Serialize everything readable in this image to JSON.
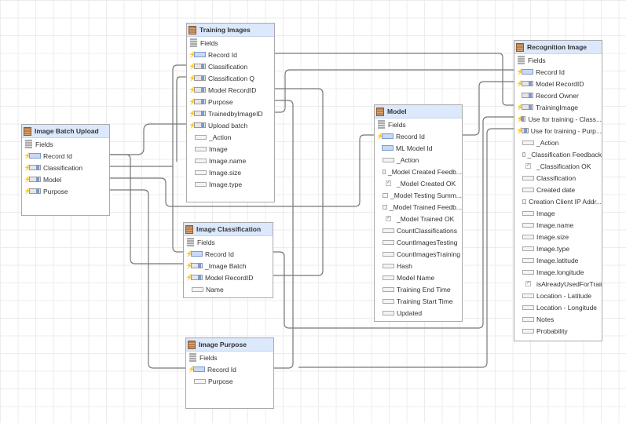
{
  "colors": {
    "header": "#dce8fb",
    "connector": "#777777",
    "table_icon": "#b9804e",
    "lightning": "#e7b800"
  },
  "tables": [
    {
      "id": "training-images",
      "title": "Training Images",
      "fields_label": "Fields",
      "fields": [
        {
          "name": "Record Id",
          "lightning": true,
          "type": "key"
        },
        {
          "name": "Classification",
          "lightning": true,
          "type": "ref"
        },
        {
          "name": "Classification Q",
          "lightning": true,
          "type": "ref"
        },
        {
          "name": "Model RecordID",
          "lightning": true,
          "type": "ref"
        },
        {
          "name": "Purpose",
          "lightning": true,
          "type": "ref"
        },
        {
          "name": "TrainedbyImageID",
          "lightning": true,
          "type": "ref"
        },
        {
          "name": "Upload batch",
          "lightning": true,
          "type": "ref"
        },
        {
          "name": "_Action",
          "type": "text"
        },
        {
          "name": "Image",
          "type": "text"
        },
        {
          "name": "Image.name",
          "type": "text"
        },
        {
          "name": "Image.size",
          "type": "text"
        },
        {
          "name": "Image.type",
          "type": "text"
        }
      ]
    },
    {
      "id": "image-batch-upload",
      "title": "Image Batch Upload",
      "fields_label": "Fields",
      "fields": [
        {
          "name": "Record Id",
          "lightning": true,
          "type": "key"
        },
        {
          "name": "Classification",
          "lightning": true,
          "type": "ref"
        },
        {
          "name": "Model",
          "lightning": true,
          "type": "ref"
        },
        {
          "name": "Purpose",
          "lightning": true,
          "type": "ref"
        }
      ]
    },
    {
      "id": "image-classification",
      "title": "Image Classification",
      "fields_label": "Fields",
      "fields": [
        {
          "name": "Record Id",
          "lightning": true,
          "type": "key"
        },
        {
          "name": "_Image Batch",
          "lightning": true,
          "type": "ref"
        },
        {
          "name": "Model RecordID",
          "lightning": true,
          "type": "ref"
        },
        {
          "name": "Name",
          "type": "text"
        }
      ]
    },
    {
      "id": "image-purpose",
      "title": "Image Purpose",
      "fields_label": "Fields",
      "fields": [
        {
          "name": "Record Id",
          "lightning": true,
          "type": "key"
        },
        {
          "name": "Purpose",
          "type": "text"
        }
      ]
    },
    {
      "id": "model",
      "title": "Model",
      "fields_label": "Fields",
      "fields": [
        {
          "name": "Record Id",
          "lightning": true,
          "type": "key"
        },
        {
          "name": "ML Model Id",
          "type": "key",
          "indent": true
        },
        {
          "name": "_Action",
          "type": "text"
        },
        {
          "name": "_Model Created Feedb...",
          "type": "text"
        },
        {
          "name": "_Model Created OK",
          "type": "check"
        },
        {
          "name": "_Model Testing Summ...",
          "type": "text"
        },
        {
          "name": "_Model Trained Feedb...",
          "type": "text"
        },
        {
          "name": "_Model Trained OK",
          "type": "check"
        },
        {
          "name": "CountClassifications",
          "type": "text"
        },
        {
          "name": "CountImagesTesting",
          "type": "text"
        },
        {
          "name": "CountImagesTraining",
          "type": "text"
        },
        {
          "name": "Hash",
          "type": "text"
        },
        {
          "name": "Model Name",
          "type": "text"
        },
        {
          "name": "Training End Time",
          "type": "text"
        },
        {
          "name": "Training Start Time",
          "type": "text"
        },
        {
          "name": "Updated",
          "type": "text"
        }
      ]
    },
    {
      "id": "recognition-image",
      "title": "Recognition Image",
      "fields_label": "Fields",
      "fields": [
        {
          "name": "Record Id",
          "lightning": true,
          "type": "key"
        },
        {
          "name": "Model RecordID",
          "lightning": true,
          "type": "ref"
        },
        {
          "name": "Record Owner",
          "type": "ref",
          "indent": true
        },
        {
          "name": "TrainingImage",
          "lightning": true,
          "type": "ref"
        },
        {
          "name": "Use for training - Class...",
          "lightning": true,
          "type": "ref"
        },
        {
          "name": "Use for training - Purp...",
          "lightning": true,
          "type": "ref"
        },
        {
          "name": "_Action",
          "type": "text"
        },
        {
          "name": "_Classification Feedback",
          "type": "text"
        },
        {
          "name": "_Classification OK",
          "type": "check"
        },
        {
          "name": "Classification",
          "type": "text"
        },
        {
          "name": "Created date",
          "type": "text"
        },
        {
          "name": "Creation Client IP Addr...",
          "type": "text"
        },
        {
          "name": "Image",
          "type": "text"
        },
        {
          "name": "Image.name",
          "type": "text"
        },
        {
          "name": "Image.size",
          "type": "text"
        },
        {
          "name": "Image.type",
          "type": "text"
        },
        {
          "name": "Image.latitude",
          "type": "text"
        },
        {
          "name": "Image.longitude",
          "type": "text"
        },
        {
          "name": "isAlreadyUsedForTrain...",
          "type": "check"
        },
        {
          "name": "Location - Latitude",
          "type": "text"
        },
        {
          "name": "Location - Longitude",
          "type": "text"
        },
        {
          "name": "Notes",
          "type": "text"
        },
        {
          "name": "Probability",
          "type": "text"
        }
      ]
    }
  ]
}
